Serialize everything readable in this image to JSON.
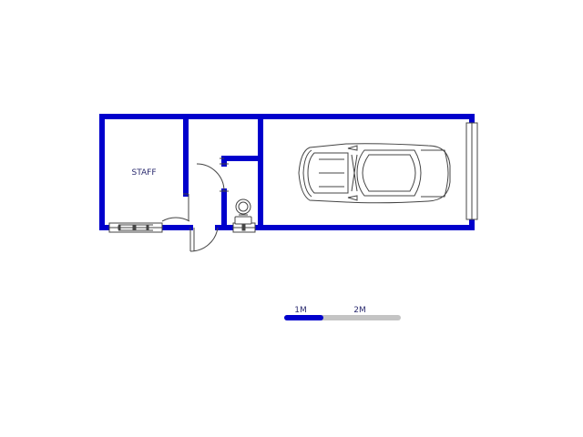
{
  "colors": {
    "wall": "#0000cc",
    "label": "#2a2a6e",
    "line": "#444444",
    "scale_primary": "#0000cc",
    "scale_secondary": "#c4c4c4"
  },
  "rooms": {
    "staff_label": "STAFF"
  },
  "scale_bar": {
    "label_1": "1M",
    "label_2": "2M"
  },
  "symbols": [
    "window",
    "door-swing",
    "toilet",
    "car",
    "garage-door"
  ]
}
